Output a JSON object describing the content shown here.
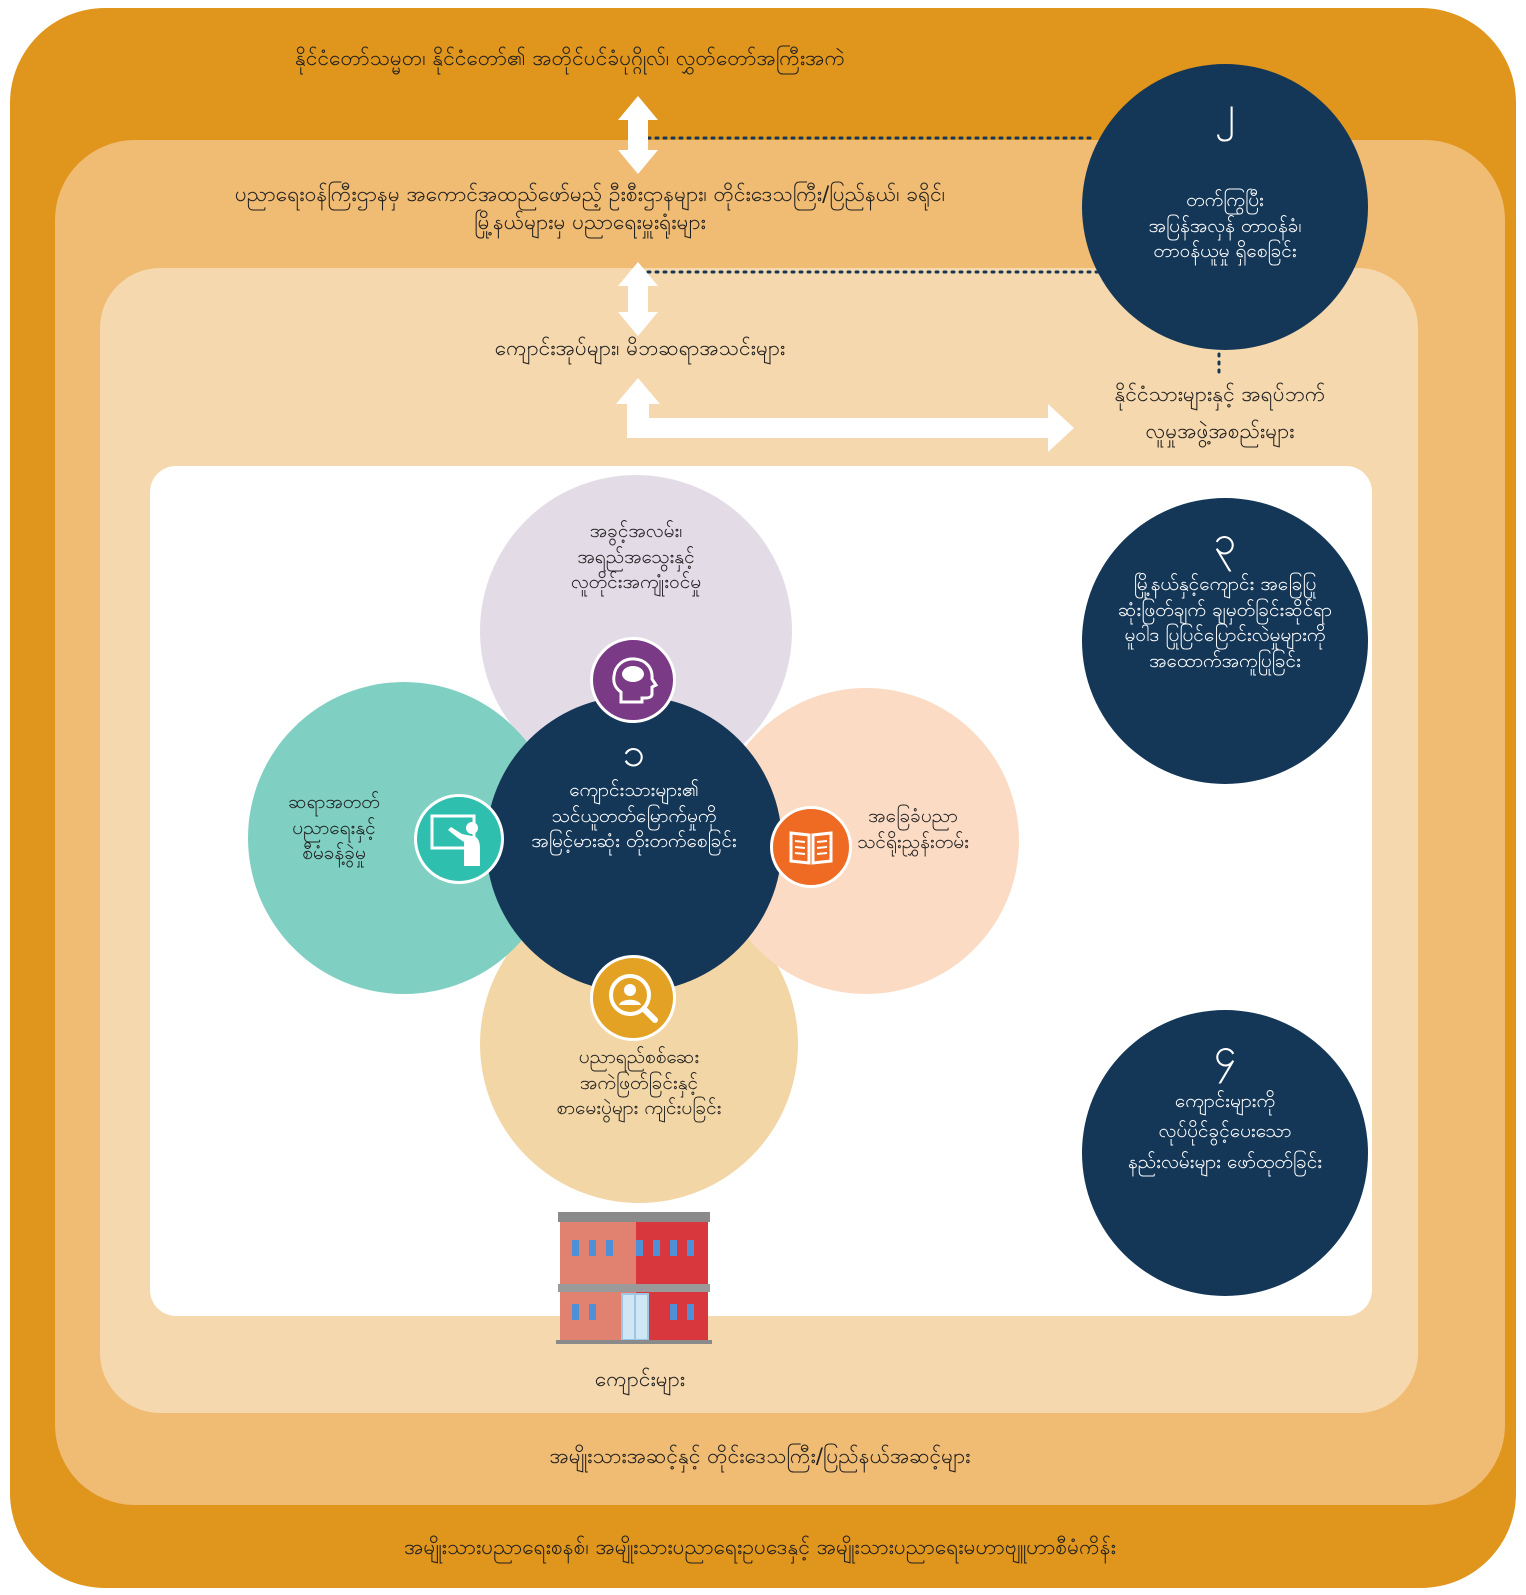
{
  "levels": {
    "top": "နိုင်ငံတော်သမ္မတ၊ နိုင်ငံတော်၏ အတိုင်ပင်ခံပုဂ္ဂိုလ်၊ လွှတ်တော်အကြီးအကဲ",
    "ministry_line1": "ပညာရေးဝန်ကြီးဌာနမှ အကောင်အထည်ဖော်မည့် ဦးစီးဌာနများ၊ တိုင်းဒေသကြီး/ပြည်နယ်၊ ခရိုင်၊",
    "ministry_line2": "မြို့နယ်များမှ ပညာရေးမှူးရုံးများ",
    "clusters": "ကျောင်းအုပ်များ၊ မိဘဆရာအသင်းများ",
    "citizens_line1": "နိုင်ငံသားများနှင့် အရပ်ဘက်",
    "citizens_line2": "လူမှုအဖွဲ့အစည်းများ",
    "schools": "ကျောင်းများ",
    "national": "အမျိုးသားအဆင့်နှင့် တိုင်းဒေသကြီး/ပြည်နယ်အဆင့်များ",
    "bottom": "အမျိုးသားပညာရေးစနစ်၊ အမျိုးသားပညာရေးဥပဒေနှင့် အမျိုးသားပညာရေးမဟာဗျူဟာစီမံကိန်း"
  },
  "goals": [
    {
      "number": "၂",
      "line1": "တက်ကြွပြီး",
      "line2": "အပြန်အလှန် တာဝန်ခံ၊",
      "line3": "တာဝန်ယူမှု ရှိစေခြင်း"
    },
    {
      "number": "၃",
      "line1": "မြို့နယ်နှင့်ကျောင်း အခြေပြု",
      "line2": "ဆုံးဖြတ်ချက် ချမှတ်ခြင်းဆိုင်ရာ",
      "line3": "မူဝါဒ ပြုပြင်ပြောင်းလဲမှုများကို",
      "line4": "အထောက်အကူပြုခြင်း"
    },
    {
      "number": "၄",
      "line1": "ကျောင်းများကို",
      "line2": "လုပ်ပိုင်ခွင့်ပေးသော",
      "line3": "နည်းလမ်းများ ဖော်ထုတ်ခြင်း"
    }
  ],
  "center": {
    "number": "၁",
    "line1": "ကျောင်းသားများ၏",
    "line2": "သင်ယူတတ်မြောက်မှုကို",
    "line3": "အမြင့်မားဆုံး တိုးတက်စေခြင်း"
  },
  "petals": {
    "top": {
      "line1": "အခွင့်အလမ်း၊",
      "line2": "အရည်အသွေးနှင့်",
      "line3": "လူတိုင်းအကျုံးဝင်မှု",
      "icon": "head-brain-icon",
      "color": "#e3dbe6",
      "icon_color": "#7a3a86"
    },
    "left": {
      "line1": "ဆရာအတတ်",
      "line2": "ပညာရေးနှင့်",
      "line3": "စီမံခန့်ခွဲမှု",
      "icon": "teacher-board-icon",
      "color": "#7fd0c3",
      "icon_color": "#2ebfae"
    },
    "right": {
      "line1": "အခြေခံပညာ",
      "line2": "သင်ရိုးညွှန်းတမ်း",
      "icon": "book-icon",
      "color": "#fbdbc4",
      "icon_color": "#ef6a23"
    },
    "bottom": {
      "line1": "ပညာရည်စစ်ဆေး",
      "line2": "အကဲဖြတ်ခြင်းနှင့်",
      "line3": "စာမေးပွဲများ ကျင်းပခြင်း",
      "icon": "magnify-person-icon",
      "color": "#f3d6a6",
      "icon_color": "#e3a224"
    }
  },
  "colors": {
    "outer": "#e0951d",
    "layer2": "#f0bb72",
    "layer3": "#f5d8ad",
    "navy": "#143657"
  }
}
